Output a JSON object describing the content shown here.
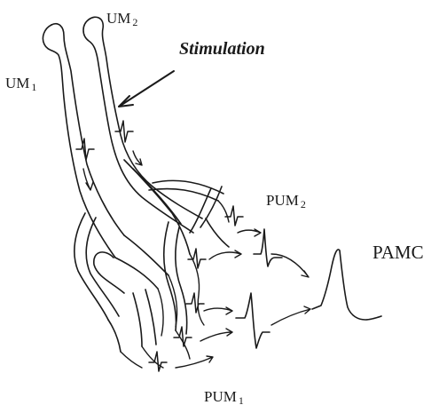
{
  "labels": {
    "um1": {
      "text": "UM",
      "sub": "1"
    },
    "um2": {
      "text": "UM",
      "sub": "2"
    },
    "stimulation": "Stimulation",
    "pum2": {
      "text": "PUM",
      "sub": "2"
    },
    "pamc": "PAMC",
    "pum1": {
      "text": "PUM",
      "sub": "1"
    }
  },
  "colors": {
    "ink": "#1a1a1a",
    "background": "#ffffff"
  }
}
